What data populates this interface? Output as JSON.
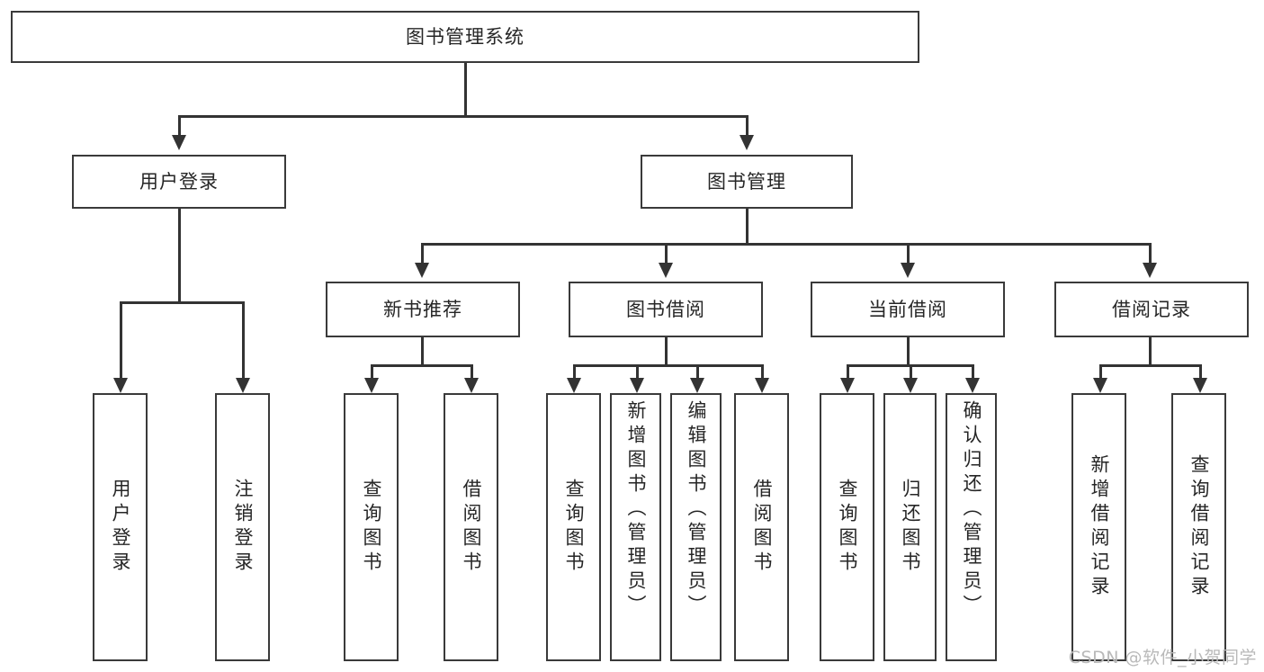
{
  "diagram": {
    "type": "tree-hierarchy-chart",
    "title": "图书管理系统",
    "watermark": "CSDN @软件_小贺同学",
    "colors": {
      "background": "#ffffff",
      "box_border": "#3a3a3a",
      "connector": "#333333",
      "text": "#262626",
      "watermark": "#b9b9b9"
    },
    "levels": {
      "root": {
        "label": "图书管理系统"
      },
      "level1": [
        {
          "id": "user-login",
          "label": "用户登录"
        },
        {
          "id": "book-manage",
          "label": "图书管理"
        }
      ],
      "level2": [
        {
          "id": "new-book-recommend",
          "label": "新书推荐",
          "parent": "book-manage"
        },
        {
          "id": "book-borrow",
          "label": "图书借阅",
          "parent": "book-manage"
        },
        {
          "id": "current-borrow",
          "label": "当前借阅",
          "parent": "book-manage"
        },
        {
          "id": "borrow-record",
          "label": "借阅记录",
          "parent": "book-manage"
        }
      ],
      "leaves": {
        "user-login": [
          {
            "id": "leaf-user-login",
            "label": "用户登录"
          },
          {
            "id": "leaf-user-logout",
            "label": "注销登录"
          }
        ],
        "new-book-recommend": [
          {
            "id": "leaf-query-book-1",
            "label": "查询图书"
          },
          {
            "id": "leaf-borrow-book-1",
            "label": "借阅图书"
          }
        ],
        "book-borrow": [
          {
            "id": "leaf-query-book-2",
            "label": "查询图书"
          },
          {
            "id": "leaf-add-book",
            "label": "新增图书（管理员）"
          },
          {
            "id": "leaf-edit-book",
            "label": "编辑图书（管理员）"
          },
          {
            "id": "leaf-borrow-book-2",
            "label": "借阅图书"
          }
        ],
        "current-borrow": [
          {
            "id": "leaf-query-book-3",
            "label": "查询图书"
          },
          {
            "id": "leaf-return-book",
            "label": "归还图书"
          },
          {
            "id": "leaf-confirm-return",
            "label": "确认归还（管理员）"
          }
        ],
        "borrow-record": [
          {
            "id": "leaf-add-record",
            "label": "新增借阅记录"
          },
          {
            "id": "leaf-query-record",
            "label": "查询借阅记录"
          }
        ]
      }
    }
  }
}
